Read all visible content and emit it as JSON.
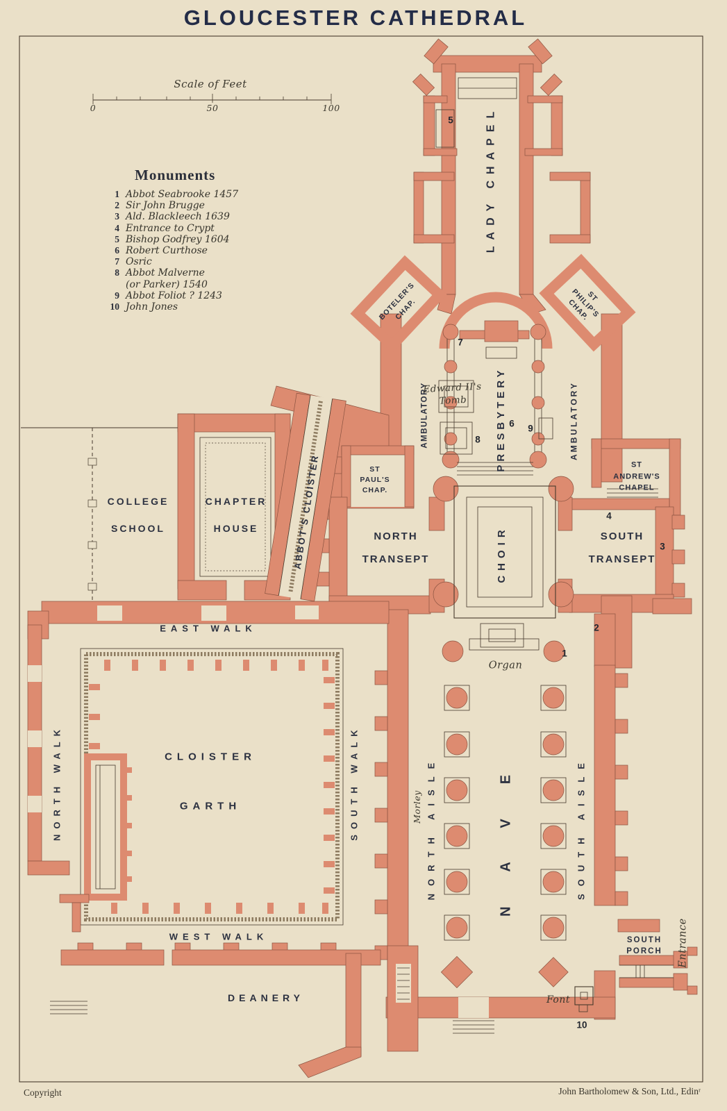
{
  "title": "GLOUCESTER CATHEDRAL",
  "scale": {
    "label": "Scale of Feet",
    "ticks": [
      "0",
      "50",
      "100"
    ]
  },
  "monuments": {
    "heading": "Monuments",
    "items": [
      {
        "num": "1",
        "label": "Abbot Seabrooke 1457"
      },
      {
        "num": "2",
        "label": "Sir John Brugge"
      },
      {
        "num": "3",
        "label": "Ald. Blackleech 1639"
      },
      {
        "num": "4",
        "label": "Entrance to Crypt"
      },
      {
        "num": "5",
        "label": "Bishop Godfrey 1604"
      },
      {
        "num": "6",
        "label": "Robert Curthose"
      },
      {
        "num": "7",
        "label": "Osric"
      },
      {
        "num": "8",
        "label": "Abbot Malverne"
      },
      {
        "num": "",
        "label": "(or Parker) 1540"
      },
      {
        "num": "9",
        "label": "Abbot Foliot ? 1243"
      },
      {
        "num": "10",
        "label": "John Jones"
      }
    ]
  },
  "labels": {
    "lady_chapel": "LADY CHAPEL",
    "botelers_chap": "BOTELER'S\nCHAP.",
    "st_philips_chap": "ST\nPHILIP'S\nCHAP.",
    "ambulatory_west": "AMBULATORY",
    "ambulatory_east": "AMBULATORY",
    "presbytery": "PRESBYTERY",
    "edward_ii_tomb": "Edward II's\nTomb",
    "st_pauls_chap": "ST\nPAUL'S\nCHAP.",
    "north_transept": "NORTH\nTRANSEPT",
    "st_andrews_chapel": "ST\nANDREW'S\nCHAPEL",
    "south_transept": "SOUTH\nTRANSEPT",
    "choir": "CHOIR",
    "organ": "Organ",
    "college_school": "COLLEGE\nSCHOOL",
    "chapter_house": "CHAPTER\nHOUSE",
    "abbots_cloister": "ABBOT'S CLOISTER",
    "east_walk": "EAST WALK",
    "north_walk": "NORTH WALK",
    "cloister_garth": "CLOISTER\nGARTH",
    "south_walk": "SOUTH WALK",
    "west_walk": "WEST WALK",
    "deanery": "DEANERY",
    "north_aisle": "NORTH AISLE",
    "nave": "NAVE",
    "south_aisle": "SOUTH AISLE",
    "morley": "Morley",
    "south_porch": "SOUTH\nPORCH",
    "entrance": "Entrance",
    "font": "Font"
  },
  "markers": [
    "1",
    "2",
    "3",
    "4",
    "5",
    "6",
    "7",
    "8",
    "9",
    "10"
  ],
  "footer": {
    "copyright": "Copyright",
    "publisher": "John Bartholomew & Son, Ltd., Edinʳ"
  },
  "colors": {
    "paper": "#eae0c8",
    "wall": "#dd8b70",
    "wall_edge": "#8a5340",
    "ink": "#46392c",
    "label_ink": "#2c3140",
    "title_ink": "#232c47",
    "serif_ink": "#3b382e"
  }
}
